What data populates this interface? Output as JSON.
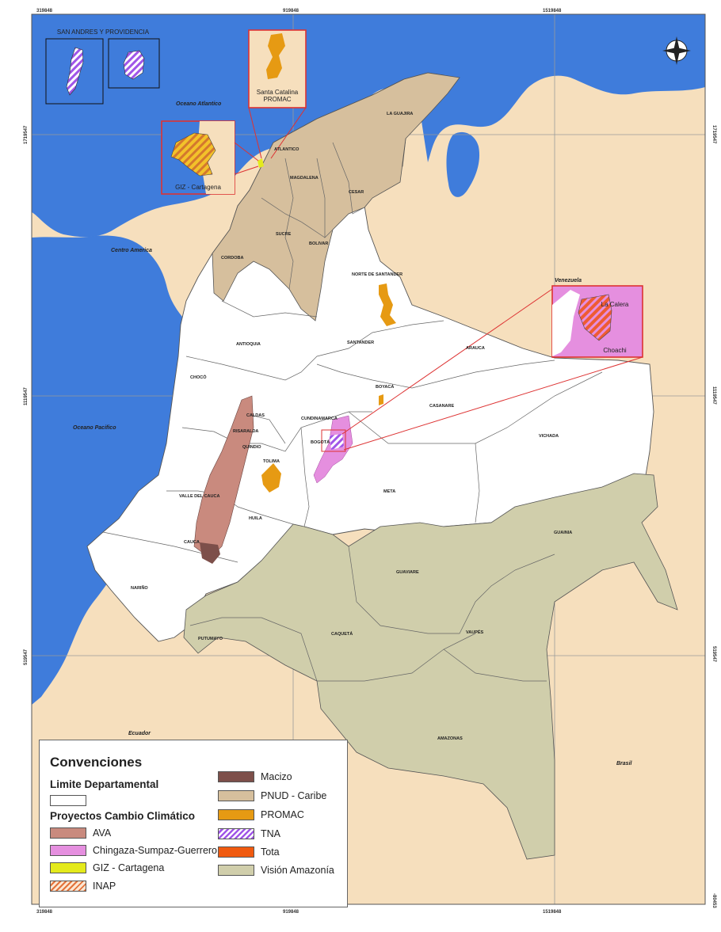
{
  "coordinates": {
    "top": [
      "319848",
      "919848",
      "1519848"
    ],
    "bottom": [
      "319848",
      "919848",
      "1519848"
    ],
    "left": [
      "1719547",
      "1119547",
      "519547"
    ],
    "right": [
      "1719547",
      "1119547",
      "519547",
      "-80453"
    ]
  },
  "places": {
    "oceano_atlantico": "Oceano Atlantico",
    "centro_america": "Centro America",
    "oceano_pacifico": "Oceano Pacifico",
    "venezuela": "Venezuela",
    "ecuador": "Ecuador",
    "brasil": "Brasil"
  },
  "insets": {
    "san_andres": "SAN ANDRES Y PROVIDENCIA",
    "santa_catalina": "Santa Catalina",
    "promac": "PROMAC",
    "giz_cartagena": "GIZ - Cartagena",
    "la_calera": "La Calera",
    "choachi": "Choachi"
  },
  "departments": {
    "la_guajira": "LA GUAJIRA",
    "atlantico": "ATLANTICO",
    "magdalena": "MAGDALENA",
    "cesar": "CESAR",
    "sucre": "SUCRE",
    "bolivar": "BOLIVAR",
    "cordoba": "CORDOBA",
    "norte_santander": "NORTE DE SANTANDER",
    "antioquia": "ANTIOQUIA",
    "santander": "SANTANDER",
    "arauca": "ARAUCA",
    "choco": "CHOCÓ",
    "boyaca": "BOYACÁ",
    "casanare": "CASANARE",
    "caldas": "CALDAS",
    "risaralda": "RISARALDA",
    "quindio": "QUINDIO",
    "cundinamarca": "CUNDINAMARCA",
    "bogota": "BOGOTÁ",
    "vichada": "VICHADA",
    "tolima": "TOLIMA",
    "valle": "VALLE DEL CAUCA",
    "meta": "META",
    "huila": "HUILA",
    "cauca": "CAUCA",
    "guainia": "GUAINIA",
    "guaviare": "GUAVIARE",
    "narino": "NARIÑO",
    "putumayo": "PUTUMAYO",
    "caqueta": "CAQUETÁ",
    "vaupes": "VAUPÉS",
    "amazonas": "AMAZONAS"
  },
  "legend": {
    "title": "Convenciones",
    "limit_heading": "Limite Departamental",
    "projects_heading": "Proyectos Cambio Climático",
    "items": [
      {
        "label": "AVA",
        "color": "#c98a7e"
      },
      {
        "label": "Chingaza-Sumpaz-Guerrero",
        "color": "#e58fdf"
      },
      {
        "label": "GIZ - Cartagena",
        "color": "#e4ea1c"
      },
      {
        "label": "INAP",
        "color": "#f4c29a"
      },
      {
        "label": "Macizo",
        "color": "#7d4f4a"
      },
      {
        "label": "PNUD - Caribe",
        "color": "#d6bf9d"
      },
      {
        "label": "PROMAC",
        "color": "#e69a13"
      },
      {
        "label": "TNA",
        "color": "#a056e8"
      },
      {
        "label": "Tota",
        "color": "#f05a0f"
      },
      {
        "label": "Visión Amazonía",
        "color": "#d0ceab"
      }
    ]
  },
  "colors": {
    "sea": "#3f7cdb",
    "neighbor": "#f6dfbd",
    "department": "#ffffff",
    "pnud": "#d6bf9d",
    "amazonia": "#d0ceab"
  }
}
